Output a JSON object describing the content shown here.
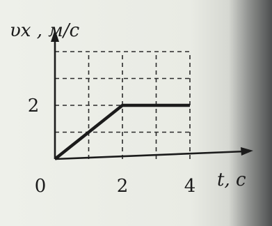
{
  "chart_data": {
    "type": "line",
    "y_axis_label": "υx , м/с",
    "x_axis_label": "t, с",
    "origin_label": "0",
    "x_ticks": [
      {
        "value": 2,
        "label": "2"
      },
      {
        "value": 4,
        "label": "4"
      }
    ],
    "y_ticks": [
      {
        "value": 2,
        "label": "2"
      }
    ],
    "xlim": [
      0,
      4
    ],
    "ylim": [
      0,
      4
    ],
    "grid": true,
    "grid_style": "dashed",
    "series": [
      {
        "values": [
          {
            "x": 0,
            "y": 0
          },
          {
            "x": 2,
            "y": 2
          },
          {
            "x": 4,
            "y": 2
          }
        ]
      }
    ]
  }
}
